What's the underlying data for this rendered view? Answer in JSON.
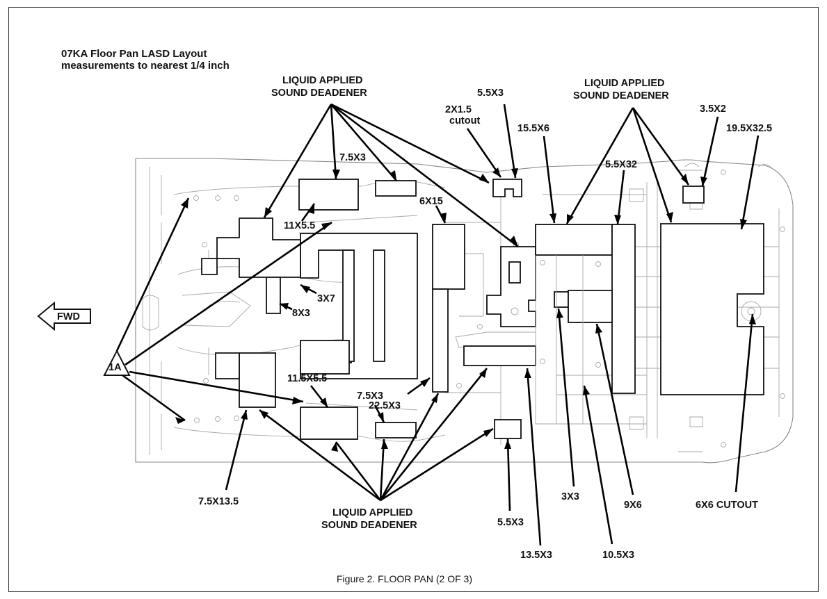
{
  "title_line1": "07KA Floor Pan LASD Layout",
  "title_line2": "measurements to nearest 1/4 inch",
  "caption": "Figure 2.  FLOOR PAN (2 OF 3)",
  "fwd_label": "FWD",
  "callout_1a": "1A",
  "lasd_groups": {
    "top_left": [
      "LIQUID APPLIED",
      "SOUND DEADENER"
    ],
    "top_right": [
      "LIQUID APPLIED",
      "SOUND DEADENER"
    ],
    "bottom": [
      "LIQUID APPLIED",
      "SOUND DEADENER"
    ]
  },
  "dims": {
    "d_7_5x3_top": "7.5X3",
    "d_11x5_5": "11X5.5",
    "d_3x7": "3X7",
    "d_8x3": "8X3",
    "d_6x15": "6X15",
    "d_2x1_5_line1": "2X1.5",
    "d_2x1_5_line2": "cutout",
    "d_5_5x3_top": "5.5X3",
    "d_15_5x6": "15.5X6",
    "d_5_5x32": "5.5X32",
    "d_3_5x2": "3.5X2",
    "d_19_5x32_5": "19.5X32.5",
    "d_11_5x5_5": "11.5X5.5",
    "d_7_5x3_bottom": "7.5X3",
    "d_22_5x3": "22.5X3",
    "d_7_5x13_5": "7.5X13.5",
    "d_5_5x3_bottom": "5.5X3",
    "d_13_5x3": "13.5X3",
    "d_3x3": "3X3",
    "d_10_5x3": "10.5X3",
    "d_9x6": "9X6",
    "d_6x6_cutout": "6X6 CUTOUT"
  }
}
